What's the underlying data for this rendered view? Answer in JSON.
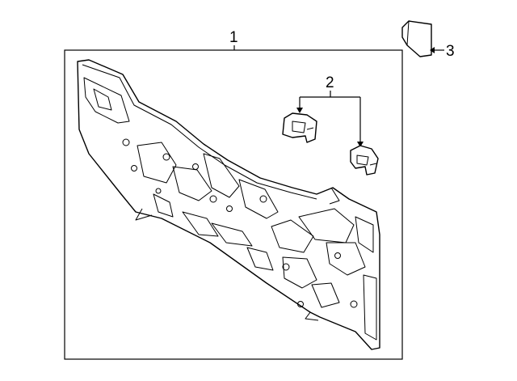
{
  "callouts": {
    "panel": "1",
    "brackets": "2",
    "pad": "3"
  },
  "colors": {
    "line": "#000000",
    "background": "#ffffff"
  }
}
